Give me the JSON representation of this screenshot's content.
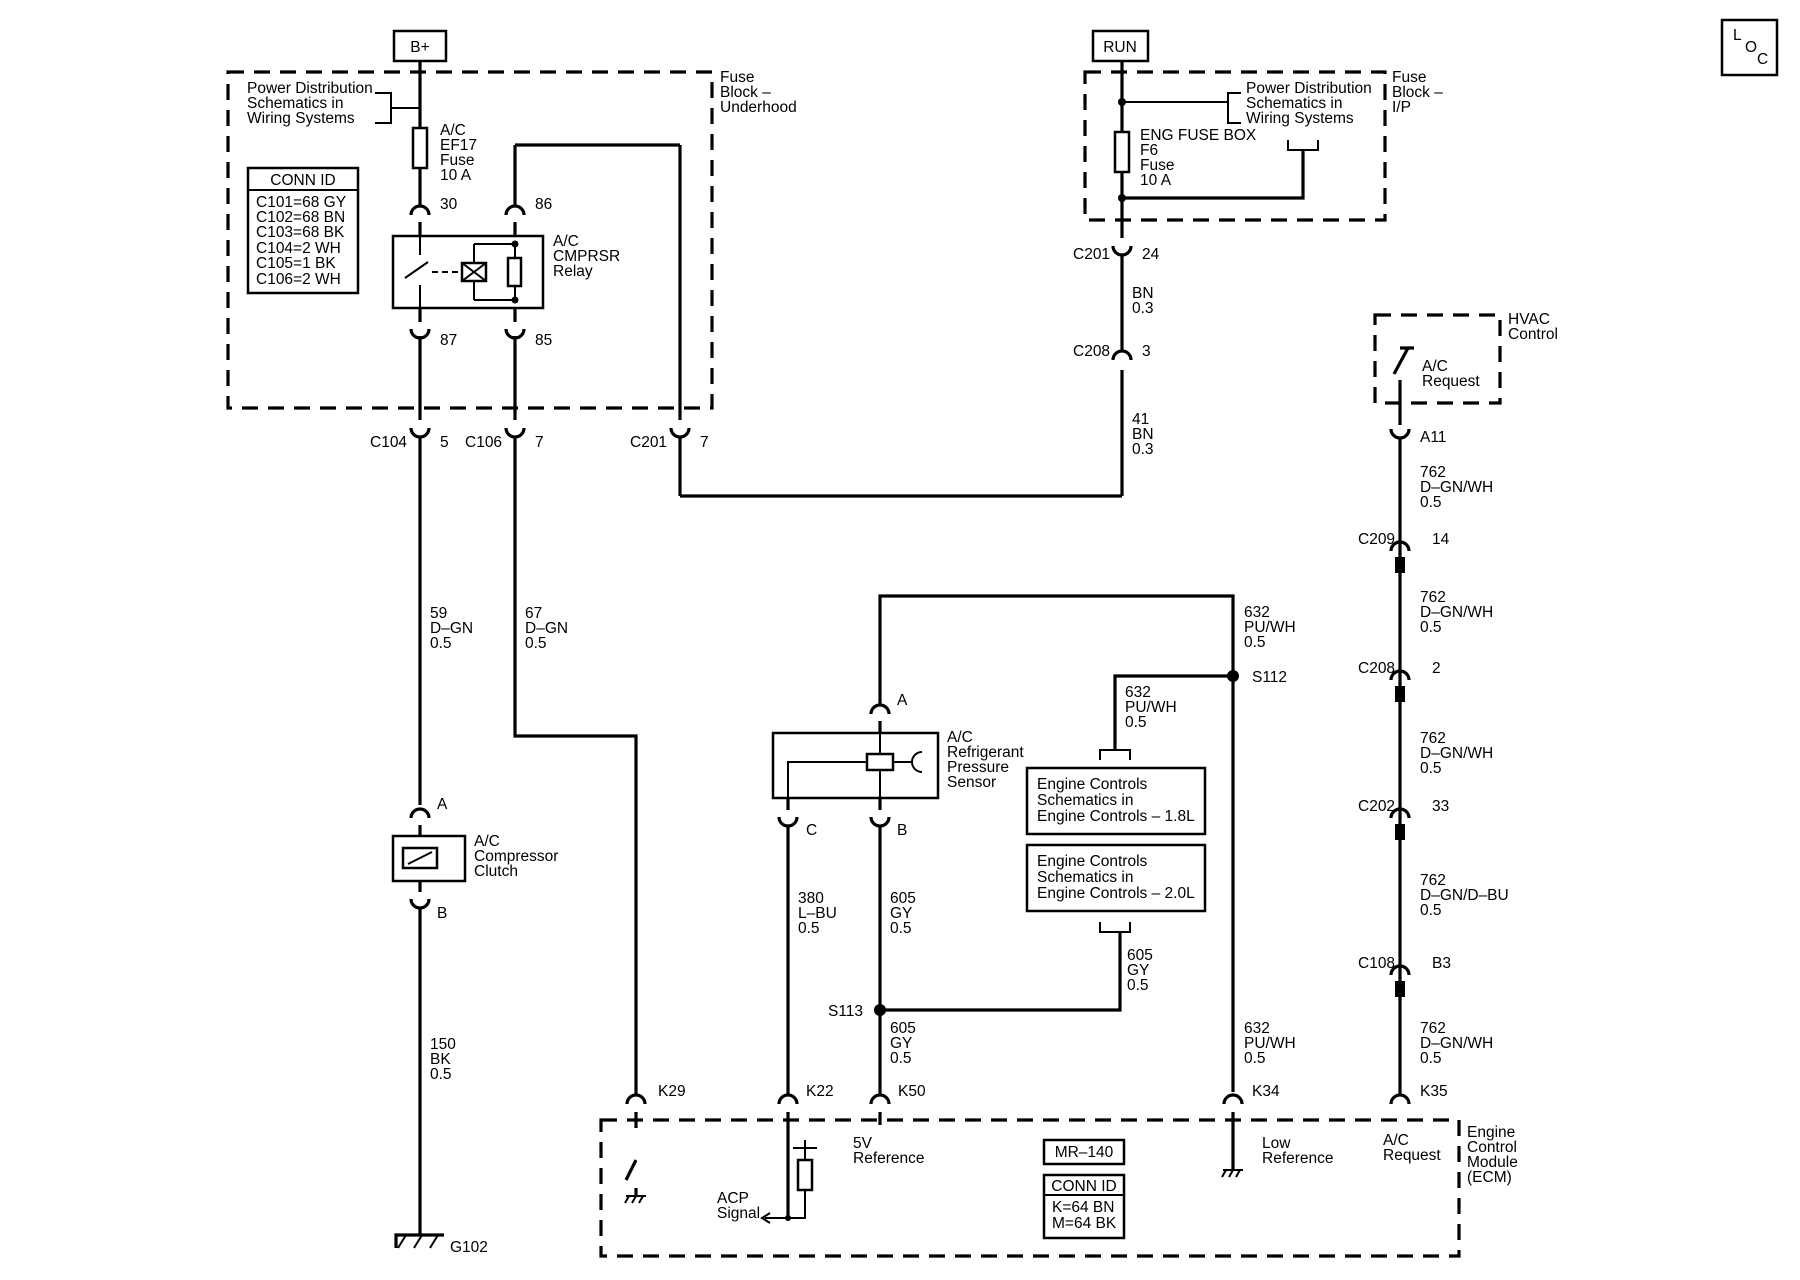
{
  "power": {
    "bplus": "B+",
    "run": "RUN"
  },
  "loc_label": [
    "L",
    "O",
    "C"
  ],
  "fuse_block_underhood": {
    "title": [
      "Fuse",
      "Block –",
      "Underhood"
    ],
    "power_ref": [
      "Power Distribution",
      "Schematics in",
      "Wiring Systems"
    ],
    "fuse": [
      "A/C",
      "EF17",
      "Fuse",
      "10 A"
    ],
    "conn_id_title": "CONN ID",
    "conn_ids": [
      "C101=68 GY",
      "C102=68 BN",
      "C103=68 BK",
      "C104=2 WH",
      "C105=1 BK",
      "C106=2 WH"
    ],
    "relay": [
      "A/C",
      "CMPRSR",
      "Relay"
    ],
    "pins": {
      "p30": "30",
      "p86": "86",
      "p87": "87",
      "p85": "85"
    }
  },
  "fuse_block_ip": {
    "title": [
      "Fuse",
      "Block –",
      "I/P"
    ],
    "power_ref": [
      "Power Distribution",
      "Schematics in",
      "Wiring Systems"
    ],
    "fuse": [
      "ENG FUSE BOX",
      "F6",
      "Fuse",
      "10 A"
    ]
  },
  "connectors": {
    "c104": {
      "name": "C104",
      "pin": "5"
    },
    "c106": {
      "name": "C106",
      "pin": "7"
    },
    "c201_left": {
      "name": "C201",
      "pin": "7"
    },
    "c201_top": {
      "name": "C201",
      "pin": "24"
    },
    "c208_top": {
      "name": "C208",
      "pin": "3"
    },
    "c209": {
      "name": "C209",
      "pin": "14"
    },
    "c208_right": {
      "name": "C208",
      "pin": "2"
    },
    "c202": {
      "name": "C202",
      "pin": "33"
    },
    "c108": {
      "name": "C108",
      "pin": "B3"
    },
    "a11": "A11"
  },
  "wires": {
    "w59": [
      "59",
      "D–GN",
      "0.5"
    ],
    "w67": [
      "67",
      "D–GN",
      "0.5"
    ],
    "w150": [
      "150",
      "BK",
      "0.5"
    ],
    "bn_top": [
      "BN",
      "0.3"
    ],
    "w41": [
      "41",
      "BN",
      "0.3"
    ],
    "w762_1": [
      "762",
      "D–GN/WH",
      "0.5"
    ],
    "w762_2": [
      "762",
      "D–GN/WH",
      "0.5"
    ],
    "w762_3": [
      "762",
      "D–GN/WH",
      "0.5"
    ],
    "w762_4": [
      "762",
      "D–GN/D–BU",
      "0.5"
    ],
    "w762_5": [
      "762",
      "D–GN/WH",
      "0.5"
    ],
    "w632_top": [
      "632",
      "PU/WH",
      "0.5"
    ],
    "w632_mid": [
      "632",
      "PU/WH",
      "0.5"
    ],
    "w632_bot": [
      "632",
      "PU/WH",
      "0.5"
    ],
    "w380": [
      "380",
      "L–BU",
      "0.5"
    ],
    "w605_a": [
      "605",
      "GY",
      "0.5"
    ],
    "w605_b": [
      "605",
      "GY",
      "0.5"
    ],
    "w605_c": [
      "605",
      "GY",
      "0.5"
    ]
  },
  "components": {
    "hvac_control": [
      "HVAC",
      "Control"
    ],
    "ac_request_switch": [
      "A/C",
      "Request"
    ],
    "clutch": [
      "A/C",
      "Compressor",
      "Clutch"
    ],
    "clutch_pins": {
      "a": "A",
      "b": "B"
    },
    "sensor": [
      "A/C",
      "Refrigerant",
      "Pressure",
      "Sensor"
    ],
    "sensor_pins": {
      "a": "A",
      "b": "B",
      "c": "C"
    },
    "ground": "G102"
  },
  "splices": {
    "s112": "S112",
    "s113": "S113"
  },
  "engine_refs": {
    "ref_18": [
      "Engine Controls",
      "Schematics in",
      "Engine Controls – 1.8L"
    ],
    "ref_20": [
      "Engine Controls",
      "Schematics in",
      "Engine Controls – 2.0L"
    ]
  },
  "ecm": {
    "title": [
      "Engine",
      "Control",
      "Module",
      "(ECM)"
    ],
    "pins": {
      "k29": "K29",
      "k22": "K22",
      "k50": "K50",
      "k34": "K34",
      "k35": "K35"
    },
    "five_v_ref": [
      "5V",
      "Reference"
    ],
    "acp_signal": [
      "ACP",
      "Signal"
    ],
    "low_ref": [
      "Low",
      "Reference"
    ],
    "ac_request": [
      "A/C",
      "Request"
    ],
    "mr_label": "MR–140",
    "conn_id_title": "CONN ID",
    "conn_ids": [
      "K=64 BN",
      "M=64 BK"
    ]
  }
}
